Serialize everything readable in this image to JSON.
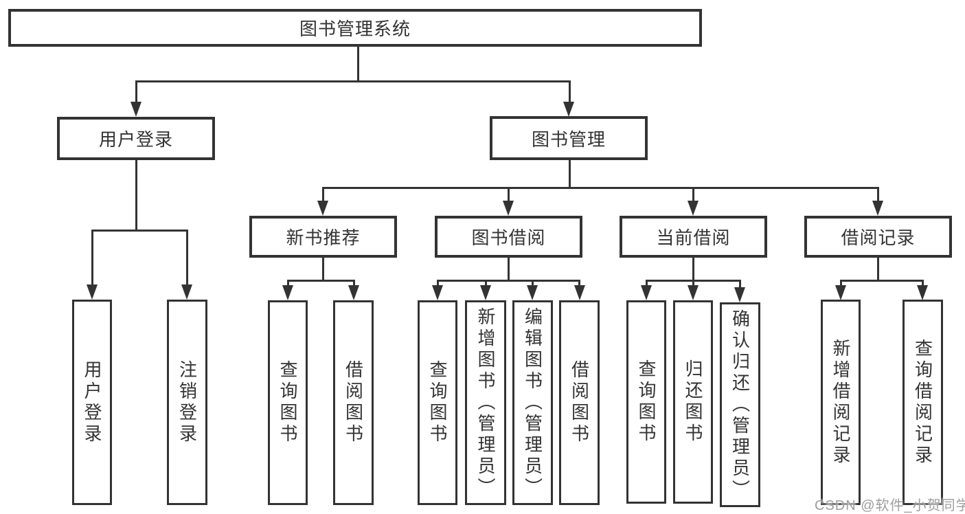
{
  "colors": {
    "background": "#ffffff",
    "line": "#333333",
    "text": "#333333",
    "watermark": "#9e9e9e"
  },
  "tree": {
    "root": {
      "label": "图书管理系统"
    },
    "branches": [
      {
        "label": "用户登录",
        "children": [
          {
            "label": "用户登录"
          },
          {
            "label": "注销登录"
          }
        ]
      },
      {
        "label": "图书管理",
        "sections": [
          {
            "label": "新书推荐",
            "children": [
              {
                "label": "查询图书"
              },
              {
                "label": "借阅图书"
              }
            ]
          },
          {
            "label": "图书借阅",
            "children": [
              {
                "label": "查询图书"
              },
              {
                "label": "新增图书（管理员）"
              },
              {
                "label": "编辑图书（管理员）"
              },
              {
                "label": "借阅图书"
              }
            ]
          },
          {
            "label": "当前借阅",
            "children": [
              {
                "label": "查询图书"
              },
              {
                "label": "归还图书"
              },
              {
                "label": "确认归还（管理员）"
              }
            ]
          },
          {
            "label": "借阅记录",
            "children": [
              {
                "label": "新增借阅记录"
              },
              {
                "label": "查询借阅记录"
              }
            ]
          }
        ]
      }
    ]
  },
  "watermark": {
    "text": "CSDN @软件_小贺同学"
  }
}
